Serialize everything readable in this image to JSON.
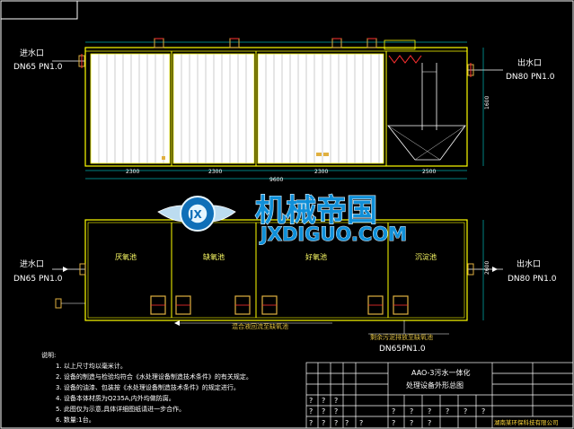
{
  "elevation_view": {
    "inlet_label": "进水口",
    "inlet_spec": "DN65 PN1.0",
    "outlet_label": "出水口",
    "outlet_spec": "DN80 PN1.0",
    "height_dim": "1600",
    "overall_dim": "9600",
    "segment_dims": [
      "2300",
      "2300",
      "2300",
      "2500"
    ]
  },
  "plan_view": {
    "inlet_label": "进水口",
    "inlet_spec": "DN65 PN1.0",
    "outlet_label": "出水口",
    "outlet_spec": "DN80 PN1.0",
    "tanks": [
      "厌氧池",
      "缺氧池",
      "好氧池",
      "沉淀池"
    ],
    "return_pipe_label": "混合液回流至缺氧池",
    "sludge_pipe_label": "剩余污泥排放至缺氧池",
    "drain_spec": "DN65PN1.0",
    "width_dim": "2600"
  },
  "notes": {
    "heading": "说明:",
    "items": [
      "1. 以上尺寸均以毫米计。",
      "2. 设备的制造与检验均符合《水处理设备制造技术条件》的有关规定。",
      "3. 设备的油漆、包装按《水处理设备制造技术条件》的规定进行。",
      "4. 设备本体材质为Q235A,内外均做防腐。",
      "5. 此图仅为示意,具体详细图纸请进一步合作。",
      "6. 数量:1台。"
    ]
  },
  "title_block": {
    "drawing_title_line1": "AAO-3污水一体化",
    "drawing_title_line2": "处理设备外形总图",
    "company": "湖南某环保科技有限公司",
    "placeholder": "?"
  },
  "watermark": {
    "cn": "机械帝国",
    "en": "JXDIGUO.COM",
    "badge": "JX"
  },
  "colors": {
    "outline": "#ffff00",
    "lines": "#ffffff",
    "accent_red": "#ff3030",
    "component": "#e0b040",
    "dim": "#00ffff",
    "watermark_blue": "#0f8fd8"
  }
}
